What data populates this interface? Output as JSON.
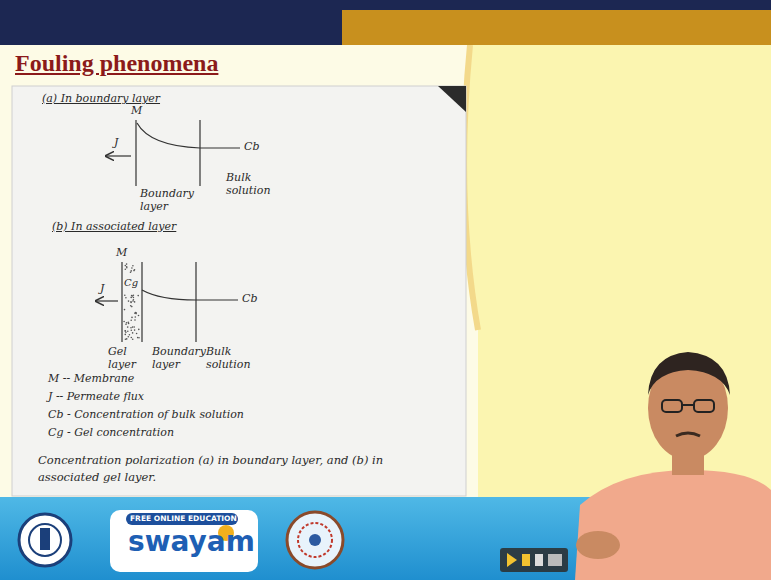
{
  "diagram": {
    "title": "Fouling phenomena",
    "caption": "Concentration polarization (a) in boundary layer, and (b) in associated gel layer.",
    "labels": [
      "(a) In boundary layer",
      "M",
      "J",
      "Cb",
      "Boundary layer",
      "Bulk solution",
      "(b) In associated layer",
      "M",
      "J",
      "Cg",
      "Cb",
      "Gel layer",
      "Boundary layer",
      "Bulk solution",
      "M -- Membrane",
      "J -- Permeate flux",
      "Cb - Concentration of bulk solution",
      "Cg - Gel concentration",
      "FREE ONLINE EDUCATION",
      "swayam"
    ]
  }
}
